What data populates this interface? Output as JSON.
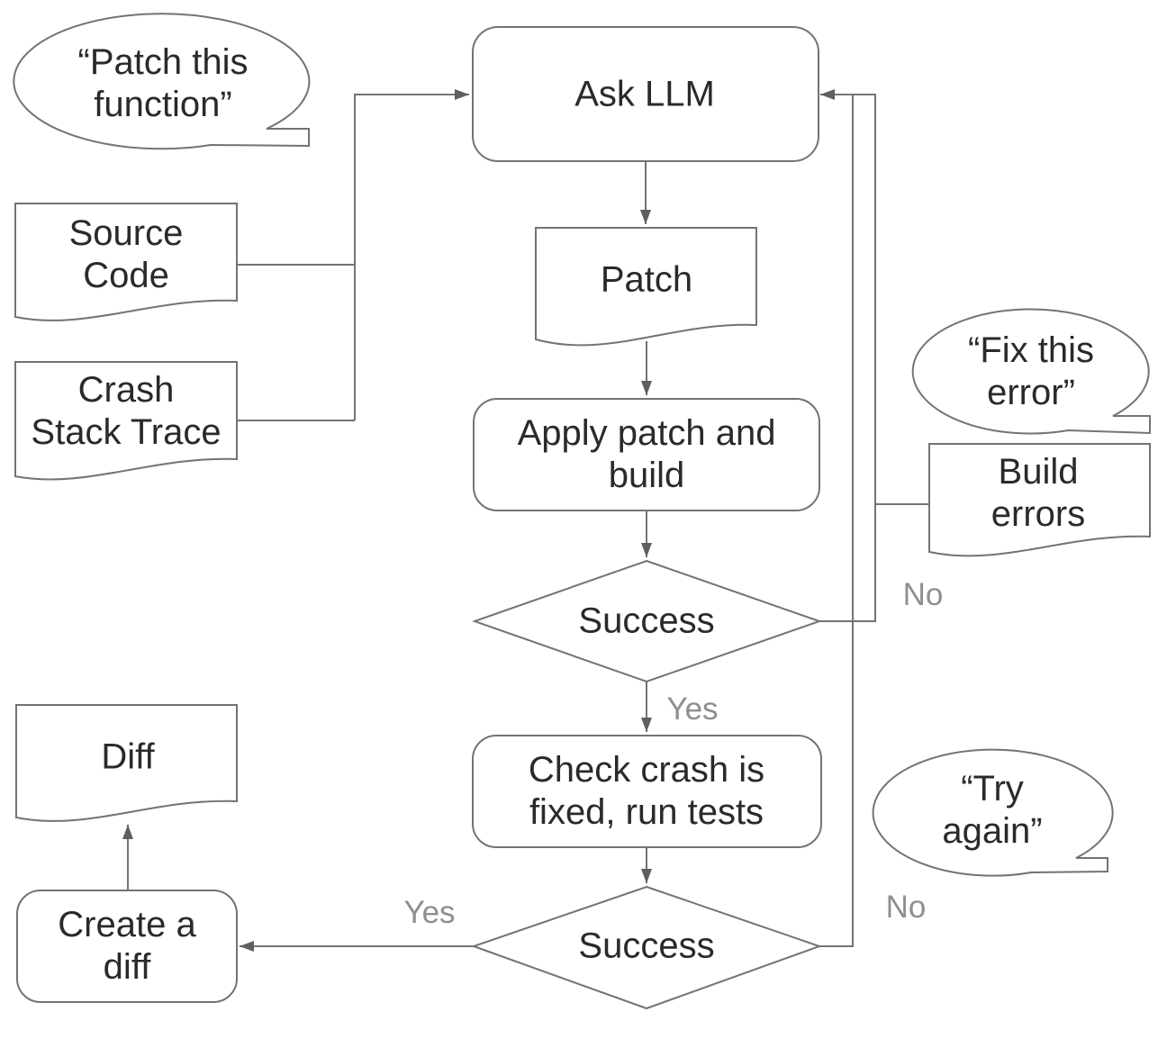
{
  "flowchart": {
    "background": "#ffffff",
    "stroke_color": "#737373",
    "arrow_color": "#5f5f5f",
    "node_text_color": "#2a2a2a",
    "edge_label_color": "#8f8f8f",
    "nodes": {
      "prompt_patch": {
        "shape": "speech-bubble",
        "label": "“Patch this\nfunction”"
      },
      "ask_llm": {
        "shape": "rounded-rectangle",
        "label": "Ask LLM"
      },
      "source_code": {
        "shape": "document",
        "label": "Source\nCode"
      },
      "crash_stack_trace": {
        "shape": "document",
        "label": "Crash\nStack Trace"
      },
      "patch": {
        "shape": "document",
        "label": "Patch"
      },
      "apply_patch_build": {
        "shape": "rounded-rectangle",
        "label": "Apply patch and\nbuild"
      },
      "build_success": {
        "shape": "decision-diamond",
        "label": "Success"
      },
      "prompt_fix_error": {
        "shape": "speech-bubble",
        "label": "“Fix this\nerror”"
      },
      "build_errors": {
        "shape": "document",
        "label": "Build errors"
      },
      "check_crash_fixed": {
        "shape": "rounded-rectangle",
        "label": "Check crash is\nfixed, run tests"
      },
      "tests_success": {
        "shape": "decision-diamond",
        "label": "Success"
      },
      "prompt_try_again": {
        "shape": "speech-bubble",
        "label": "“Try\nagain”"
      },
      "diff": {
        "shape": "document",
        "label": "Diff"
      },
      "create_diff": {
        "shape": "rounded-rectangle",
        "label": "Create a\ndiff"
      }
    },
    "edge_labels": {
      "build_success_yes": "Yes",
      "build_success_no": "No",
      "tests_success_yes": "Yes",
      "tests_success_no": "No"
    }
  }
}
